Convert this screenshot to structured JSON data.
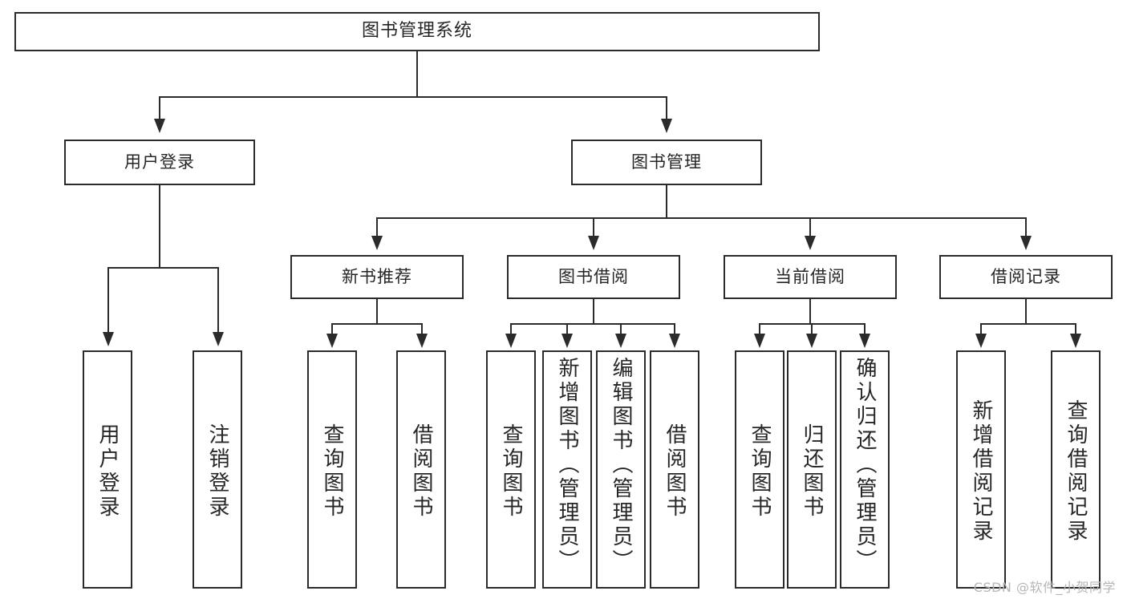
{
  "diagram": {
    "title": "图书管理系统",
    "type": "tree",
    "root": {
      "label": "图书管理系统"
    },
    "level2": [
      {
        "id": "user-login",
        "label": "用户登录"
      },
      {
        "id": "book-management",
        "label": "图书管理"
      }
    ],
    "level3": [
      {
        "id": "new-book-recommend",
        "label": "新书推荐",
        "parent": "book-management"
      },
      {
        "id": "book-borrow",
        "label": "图书借阅",
        "parent": "book-management"
      },
      {
        "id": "current-borrow",
        "label": "当前借阅",
        "parent": "book-management"
      },
      {
        "id": "borrow-record",
        "label": "借阅记录",
        "parent": "book-management"
      }
    ],
    "leaves": [
      {
        "id": "leaf-user-login",
        "label": "用户登录",
        "parent": "user-login"
      },
      {
        "id": "leaf-user-logout",
        "label": "注销登录",
        "parent": "user-login"
      },
      {
        "id": "leaf-query-book-1",
        "label": "查询图书",
        "parent": "new-book-recommend"
      },
      {
        "id": "leaf-borrow-book-1",
        "label": "借阅图书",
        "parent": "new-book-recommend"
      },
      {
        "id": "leaf-query-book-2",
        "label": "查询图书",
        "parent": "book-borrow"
      },
      {
        "id": "leaf-add-book",
        "label": "新增图书（管理员）",
        "parent": "book-borrow"
      },
      {
        "id": "leaf-edit-book",
        "label": "编辑图书（管理员）",
        "parent": "book-borrow"
      },
      {
        "id": "leaf-borrow-book-2",
        "label": "借阅图书",
        "parent": "book-borrow"
      },
      {
        "id": "leaf-query-book-3",
        "label": "查询图书",
        "parent": "current-borrow"
      },
      {
        "id": "leaf-return-book",
        "label": "归还图书",
        "parent": "current-borrow"
      },
      {
        "id": "leaf-confirm-return",
        "label": "确认归还（管理员）",
        "parent": "current-borrow"
      },
      {
        "id": "leaf-add-record",
        "label": "新增借阅记录",
        "parent": "borrow-record"
      },
      {
        "id": "leaf-query-record",
        "label": "查询借阅记录",
        "parent": "borrow-record"
      }
    ]
  },
  "watermark": {
    "text": "CSDN @软件_小贺同学"
  },
  "colors": {
    "stroke": "#2b2b2b",
    "text": "#262626",
    "background": "#ffffff",
    "watermark": "#b6b6b6"
  }
}
